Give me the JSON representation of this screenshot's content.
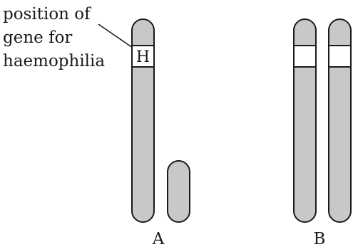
{
  "annotation": {
    "lines": [
      "position of",
      "gene for",
      "haemophilia"
    ]
  },
  "gene_marker": "H",
  "labels": {
    "a": "A",
    "b": "B"
  }
}
